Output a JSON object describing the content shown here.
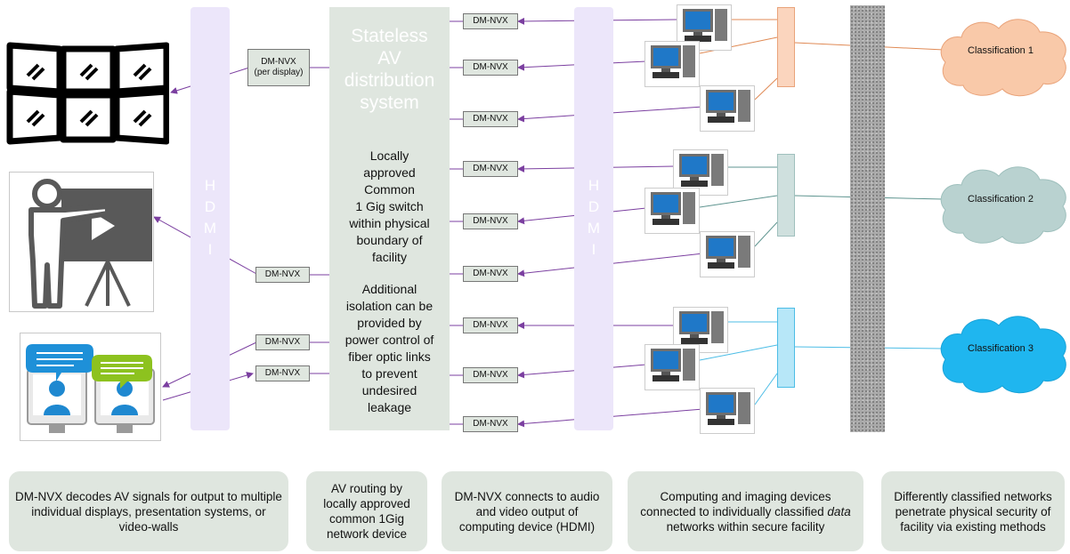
{
  "hdmi_label": [
    "H",
    "D",
    "M",
    "I"
  ],
  "center": {
    "title_lines": [
      "Stateless",
      "AV",
      "distribution",
      "system"
    ],
    "switch_lines": [
      "Locally",
      "approved",
      "Common",
      "1 Gig switch",
      "within physical",
      "boundary of",
      "facility"
    ],
    "isolation_lines": [
      "Additional",
      "isolation can be",
      "provided by",
      "power control of",
      "fiber optic links",
      "to prevent",
      "undesired",
      "leakage"
    ]
  },
  "left_devices": {
    "display_wall": "DM-NVX",
    "display_wall_sub": "(per display)",
    "presenter": "DM-NVX",
    "conference_out": "DM-NVX",
    "conference_in": "DM-NVX"
  },
  "right_devices": [
    "DM-NVX",
    "DM-NVX",
    "DM-NVX",
    "DM-NVX",
    "DM-NVX",
    "DM-NVX",
    "DM-NVX",
    "DM-NVX",
    "DM-NVX"
  ],
  "networks": [
    {
      "label": "Classification 1",
      "color": "#f9c9a9",
      "switch_color": "#fbd5be",
      "line_color": "#e08a55"
    },
    {
      "label": "Classification 2",
      "color": "#b9d2d0",
      "switch_color": "#cfe0de",
      "line_color": "#5f9590"
    },
    {
      "label": "Classification 3",
      "color": "#1fb6ef",
      "switch_color": "#b7e7f8",
      "line_color": "#4cbde6"
    }
  ],
  "captions": {
    "decode": "DM-NVX decodes AV signals for output to multiple individual displays, presentation systems, or video-walls",
    "routing": "AV routing by locally approved common 1Gig network device",
    "connect": "DM-NVX connects to audio and video output of computing device (HDMI)",
    "computing_pre": "Computing and imaging devices connected to individually classified ",
    "computing_em": "data",
    "computing_post": " networks within secure facility",
    "penetrate": "Differently classified networks penetrate physical security of facility via existing methods"
  },
  "colors": {
    "hdmi_bar": "#ece6fa",
    "center_box": "#dfe6df",
    "dm_box": "#dfe6df",
    "arrow": "#7b3fa0",
    "firewall": "#a9a9a9"
  },
  "icons": [
    "video-wall-icon",
    "presenter-icon",
    "video-conference-icon",
    "desktop-computer-icon",
    "cloud-icon",
    "firewall-icon"
  ]
}
